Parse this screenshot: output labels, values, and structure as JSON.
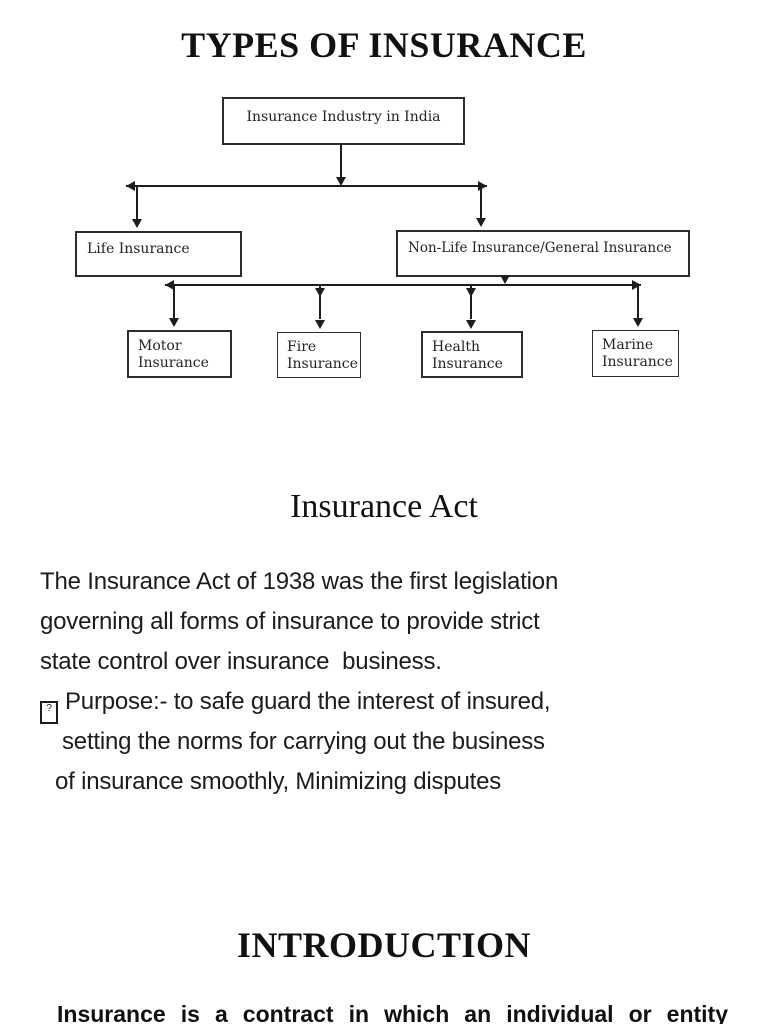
{
  "colors": {
    "ink": "#1d1d1d"
  },
  "titles": {
    "types": "TYPES OF INSURANCE",
    "insurance_act": "Insurance Act",
    "introduction": "INTRODUCTION"
  },
  "diagram": {
    "root_label": "Insurance Industry in India",
    "life_label": "Life Insurance",
    "nonlife_label": "Non-Life Insurance/General Insurance",
    "children": [
      {
        "line1": "Motor",
        "line2": "Insurance"
      },
      {
        "line1": "Fire",
        "line2": "Insurance"
      },
      {
        "line1": "Health",
        "line2": "Insurance"
      },
      {
        "line1": "Marine",
        "line2": "Insurance"
      }
    ]
  },
  "insurance_act": {
    "bullet_glyph": "?",
    "lines": [
      "The Insurance Act of 1938 was the first legislation",
      "governing all forms of insurance to provide strict",
      "state control over insurance  business.",
      "Purpose:- to safe guard the interest of insured,",
      "setting the norms for carrying out the business",
      "of insurance smoothly, Minimizing disputes"
    ]
  },
  "introduction": {
    "body": "Insurance is a contract in which an individual or entity"
  }
}
